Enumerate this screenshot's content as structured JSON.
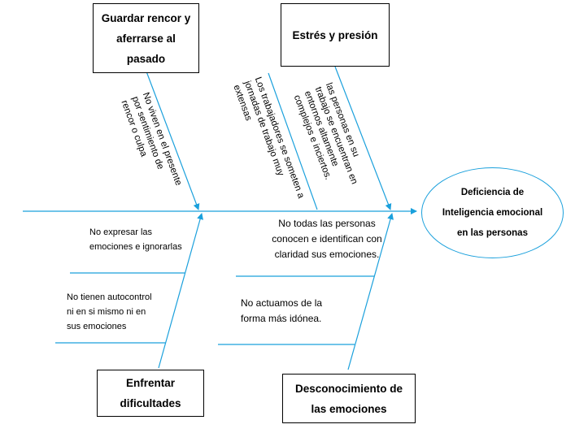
{
  "colors": {
    "line": "#1aa0dc",
    "border": "#000000"
  },
  "effect": {
    "lines": [
      "Deficiencia de",
      "Inteligencia emocional",
      "en las personas"
    ]
  },
  "causes": {
    "rencor": {
      "lines": [
        "Guardar rencor y",
        "aferrarse al",
        "pasado"
      ]
    },
    "estres": {
      "label": "Estrés y presión"
    },
    "enfrentar": {
      "lines": [
        "Enfrentar",
        "dificultades"
      ]
    },
    "desconocimiento": {
      "lines": [
        "Desconocimiento de",
        "las emociones"
      ]
    }
  },
  "subcauses": {
    "rencor_1": {
      "lines": [
        "No viven en el presente",
        "por sentimiento de",
        "rencor o culpa"
      ]
    },
    "estres_1": {
      "lines": [
        "Los trabajadores se someten a",
        "jornadas de trabajo muy",
        "extensas"
      ]
    },
    "estres_2": {
      "lines": [
        "las personas en su",
        "trabajo se encuentran  en",
        "entornos altamente",
        "complejos e inciertos."
      ]
    },
    "enfrentar_1": {
      "lines": [
        "No expresar las",
        "emociones e ignorarlas"
      ]
    },
    "enfrentar_2": {
      "lines": [
        "No tienen autocontrol",
        "ni en si mismo ni en",
        "sus emociones"
      ]
    },
    "descon_1": {
      "lines": [
        "No todas las personas",
        "conocen e identifican con",
        "claridad sus emociones."
      ]
    },
    "descon_2": {
      "lines": [
        "No actuamos de la",
        "forma más idónea."
      ]
    }
  }
}
